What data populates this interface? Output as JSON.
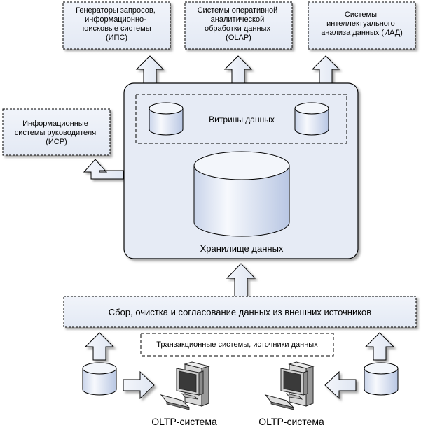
{
  "top_boxes": [
    {
      "lines": [
        "Генераторы запросов,",
        "информационно-",
        "поисковые системы",
        "(ИПС)"
      ]
    },
    {
      "lines": [
        "Системы оперативной",
        "аналитической",
        "обработки данных",
        "(OLAP)"
      ]
    },
    {
      "lines": [
        "Системы",
        "интеллектуального",
        "анализа данных (ИАД)"
      ]
    }
  ],
  "side_box": {
    "lines": [
      "Информационные",
      "системы руководителя",
      "(ИСР)"
    ]
  },
  "warehouse": {
    "label": "Хранилище данных"
  },
  "data_marts": {
    "label": "Витрины данных"
  },
  "etl": {
    "label": "Сбор, очистка и согласование данных из внешних источников"
  },
  "sources": {
    "label": "Транзакционные системы, источники данных"
  },
  "oltp": [
    {
      "label": "OLTP-система"
    },
    {
      "label": "OLTP-система"
    }
  ],
  "colors": {
    "box_fill": "#eaeef6",
    "cylinder_fill": "#e4eaf5",
    "stroke": "#000000",
    "shadow": "#9c9c9c"
  }
}
